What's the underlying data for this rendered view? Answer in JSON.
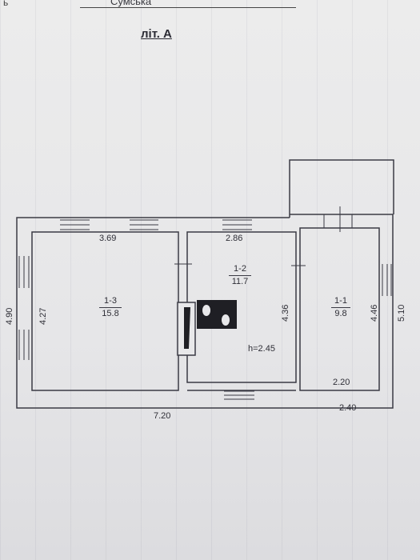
{
  "header": {
    "city": "Сумська",
    "edge_fragment": "ь"
  },
  "plan_title": "літ. А",
  "rooms": [
    {
      "id": "1-3",
      "area": "15.8",
      "width": "3.69",
      "depth": "4.27"
    },
    {
      "id": "1-2",
      "area": "11.7",
      "width": "2.86",
      "depth": "4.36"
    },
    {
      "id": "1-1",
      "area": "9.8",
      "width": "2.20",
      "depth": "4.46"
    }
  ],
  "dimensions": {
    "outer_height_left": "4.90",
    "outer_height_right": "5.10",
    "outer_length_main": "7.20",
    "outer_length_annex": "2.40"
  },
  "ceiling_height": "h=2.45",
  "colors": {
    "wall": "#3a3a44",
    "stove": "#1f1f24",
    "paper": "#e8e8ea"
  }
}
